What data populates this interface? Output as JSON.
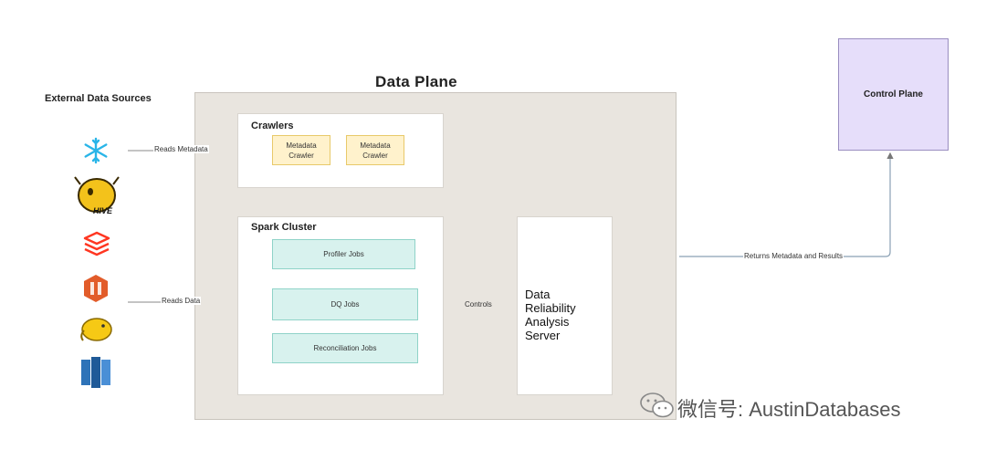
{
  "external_sources": {
    "title": "External Data Sources",
    "items": [
      {
        "name": "snowflake-icon",
        "color": "#29b5e8"
      },
      {
        "name": "hive-icon",
        "color": "#f3c21b"
      },
      {
        "name": "databricks-icon",
        "color": "#ff3621"
      },
      {
        "name": "aws-s3-icon",
        "color": "#e25c2a"
      },
      {
        "name": "hadoop-icon",
        "color": "#f6c915"
      },
      {
        "name": "redshift-icon",
        "color": "#2e73b8"
      }
    ],
    "hive_text": "HIVE"
  },
  "data_plane": {
    "title": "Data Plane",
    "crawlers": {
      "title": "Crawlers",
      "items": [
        "Metadata Crawler",
        "Metadata Crawler"
      ]
    },
    "spark_cluster": {
      "title": "Spark Cluster",
      "jobs": [
        "Profiler Jobs",
        "DQ Jobs",
        "Reconciliation Jobs"
      ]
    },
    "server": {
      "lines": [
        "Data",
        "Reliability",
        "Analysis",
        "Server"
      ]
    }
  },
  "control_plane": {
    "title": "Control Plane"
  },
  "edges": {
    "reads_metadata": "Reads Metadata",
    "reads_data": "Reads Data",
    "controls": "Controls",
    "returns": "Returns Metadata and Results"
  },
  "watermark": {
    "text": "微信号: AustinDatabases"
  },
  "colors": {
    "plane_bg": "#e9e5df",
    "crawler_bg": "#fff2cc",
    "job_bg": "#d8f2ee",
    "control_bg": "#e6defa"
  }
}
